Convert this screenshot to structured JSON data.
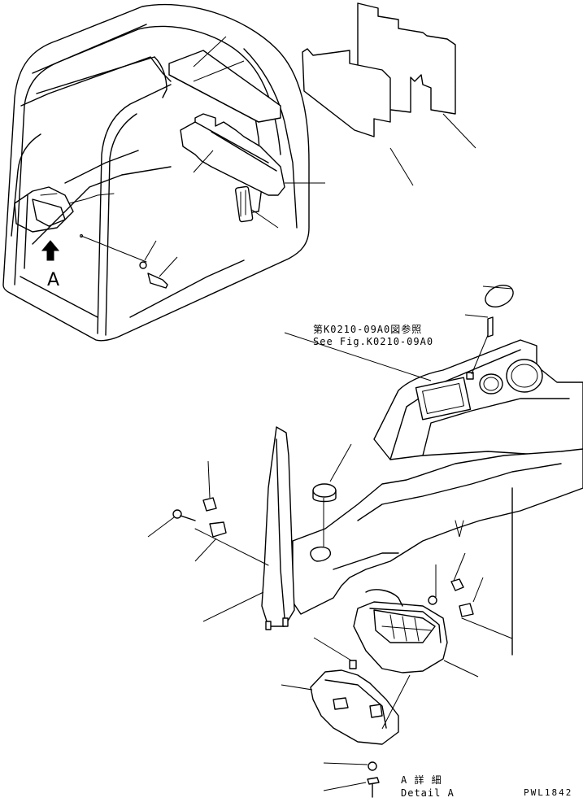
{
  "view_label": "A",
  "ref_note": {
    "japanese": "第K0210-09A0図参照",
    "english": "See Fig.K0210-09A0"
  },
  "detail_caption": {
    "japanese": "A 詳 細",
    "english": "Detail A"
  },
  "drawing_id": "PWL1842"
}
